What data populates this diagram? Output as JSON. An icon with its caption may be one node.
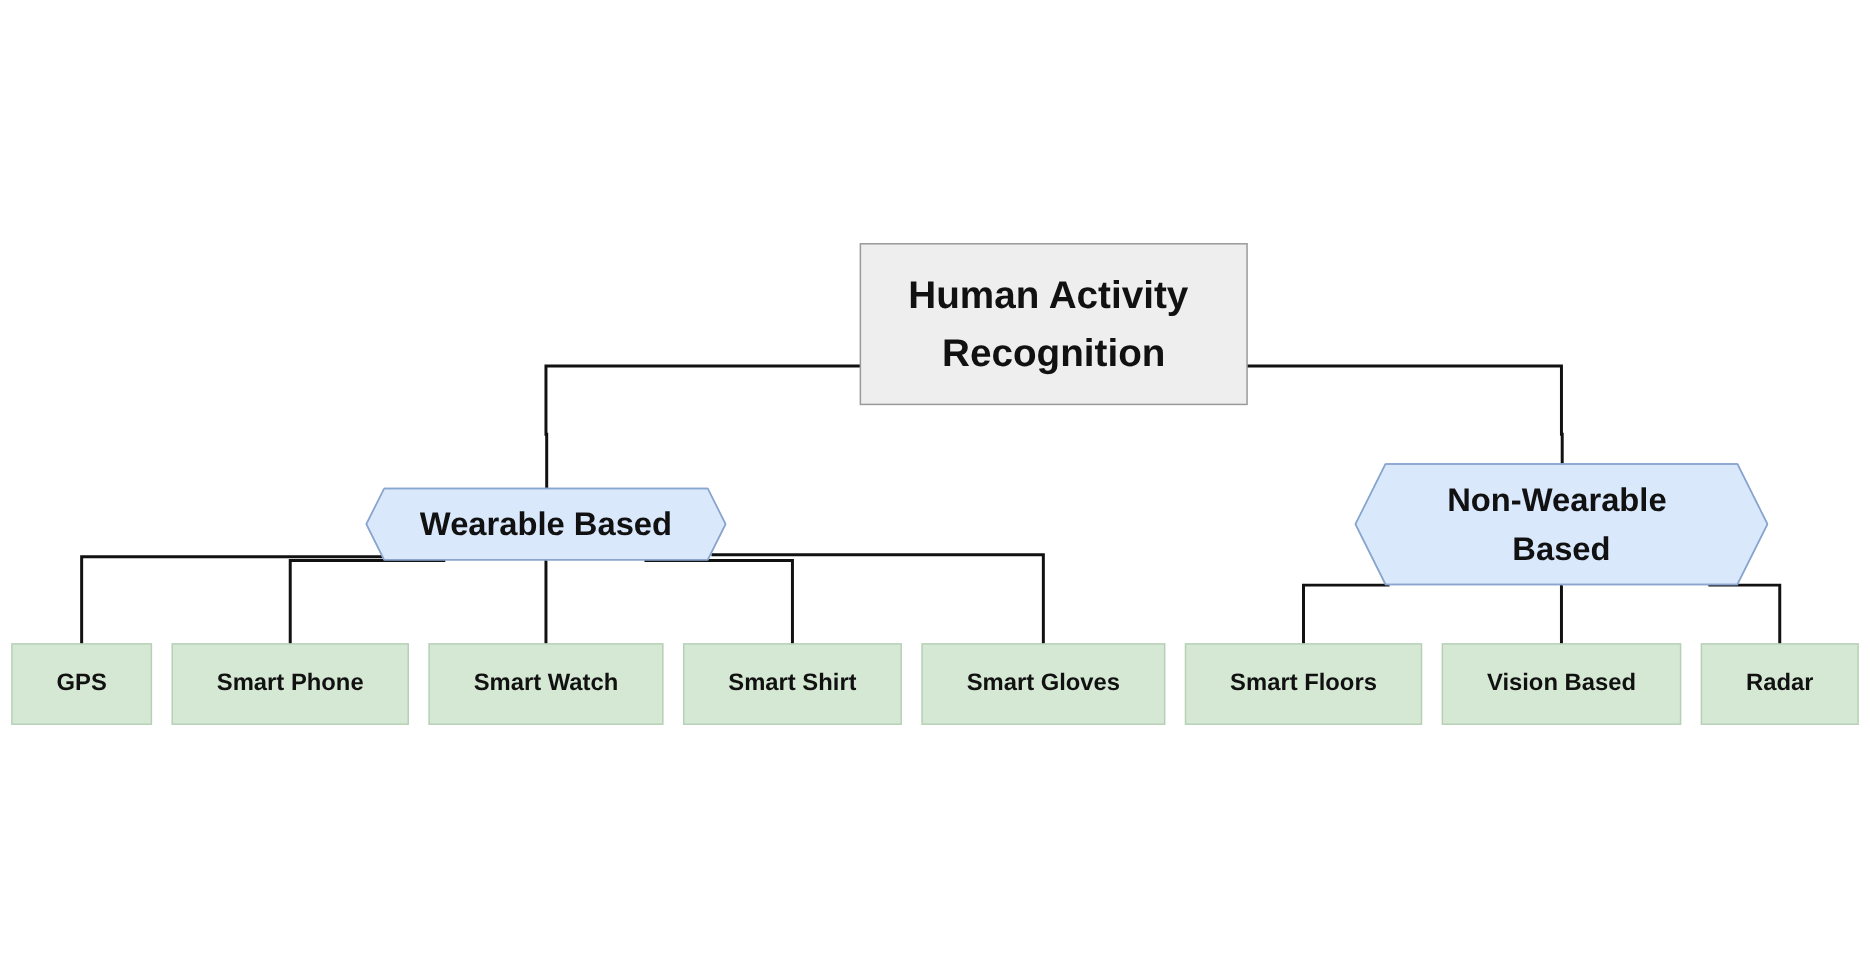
{
  "diagram": {
    "nodes": [
      {
        "text": [
          "Human Activity Recognition"
        ]
      },
      {
        "text": [
          "Wearable Based"
        ]
      },
      {
        "text": [
          "Non-Wearable Based"
        ]
      },
      {
        "text": [
          "GPS"
        ]
      },
      {
        "text": [
          "Smart Phone"
        ]
      },
      {
        "text": [
          "Smart Watch"
        ]
      },
      {
        "text": [
          "Smart Shirt"
        ]
      },
      {
        "text": [
          "Smart Gloves"
        ]
      },
      {
        "text": [
          "Smart Floors"
        ]
      },
      {
        "text": [
          "Vision Based"
        ]
      },
      {
        "text": [
          "Radar"
        ]
      }
    ],
    "edges": [
      {
        "from": 0,
        "to": 1,
        "arrow": "none"
      },
      {
        "from": 0,
        "to": 2,
        "arrow": "none"
      },
      {
        "from": 1,
        "to": 3,
        "arrow": "none"
      },
      {
        "from": 1,
        "to": 4,
        "arrow": "none"
      },
      {
        "from": 1,
        "to": 5,
        "arrow": "none"
      },
      {
        "from": 1,
        "to": 6,
        "arrow": "none"
      },
      {
        "from": 1,
        "to": 7,
        "arrow": "none"
      },
      {
        "from": 2,
        "to": 8,
        "arrow": "none"
      },
      {
        "from": 2,
        "to": 9,
        "arrow": "none"
      },
      {
        "from": 2,
        "to": 10,
        "arrow": "none"
      }
    ]
  }
}
